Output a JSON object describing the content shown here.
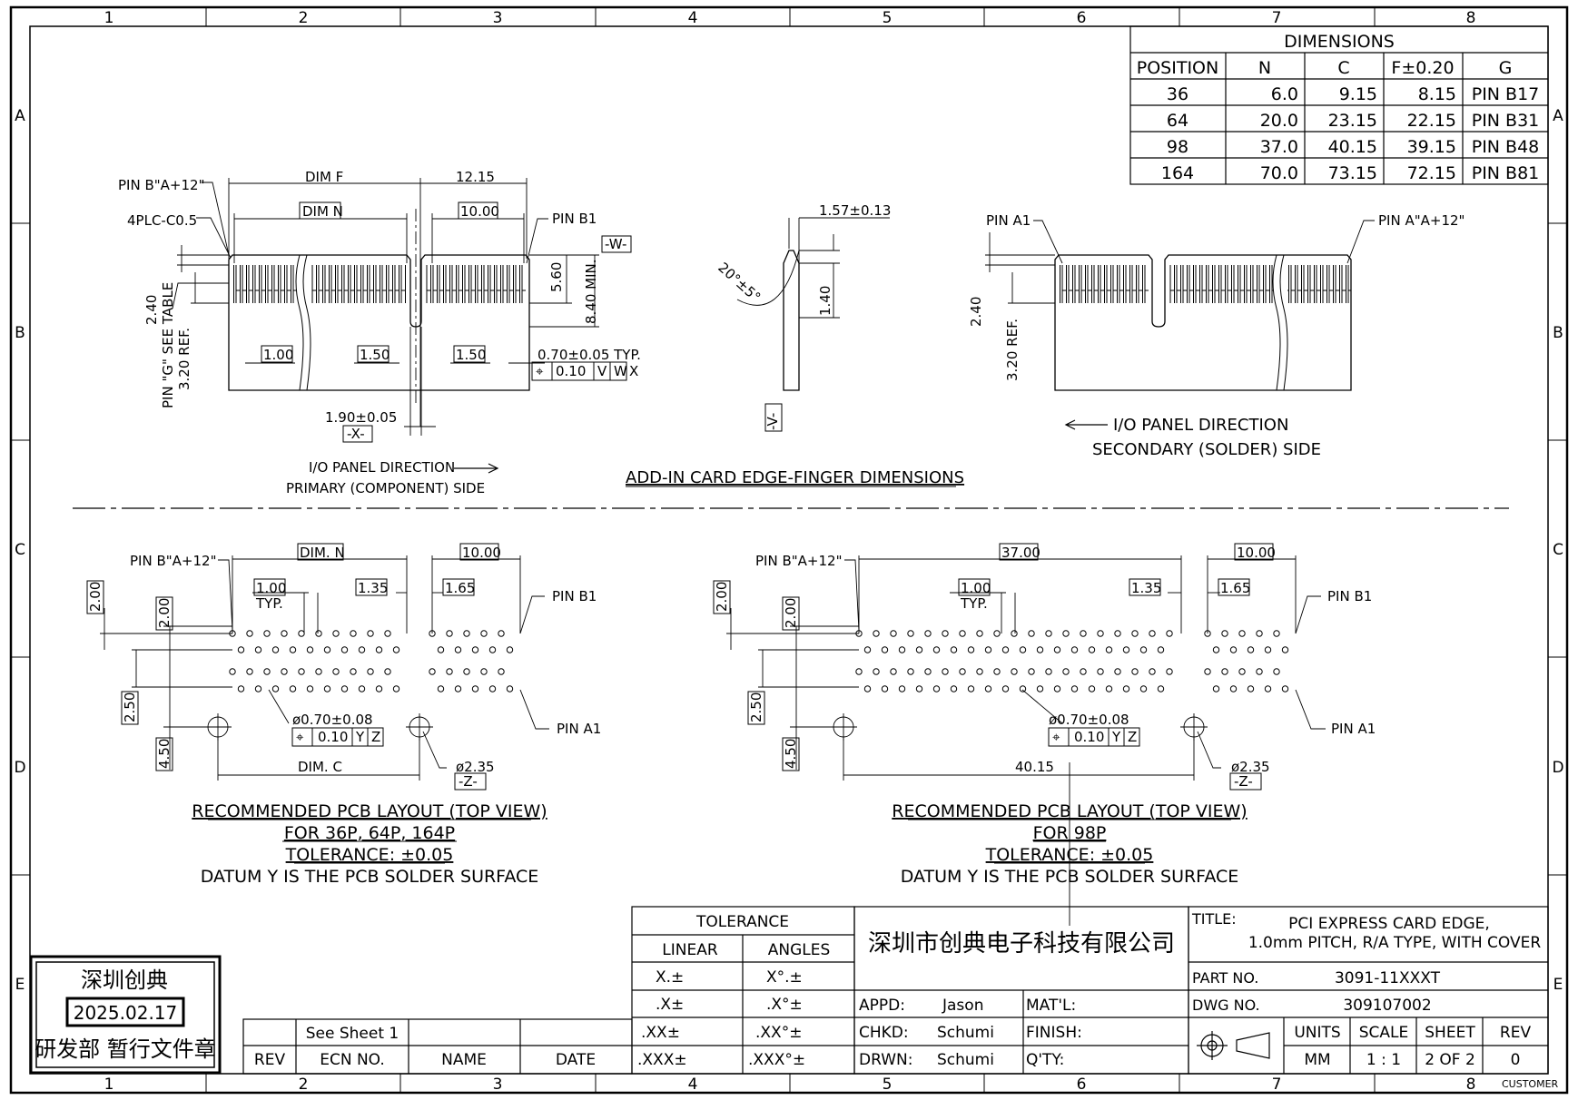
{
  "frame": {
    "columns": [
      "1",
      "2",
      "3",
      "4",
      "5",
      "6",
      "7",
      "8"
    ],
    "rows": [
      "A",
      "B",
      "C",
      "D",
      "E"
    ]
  },
  "dimensions_table": {
    "title": "DIMENSIONS",
    "headers": [
      "POSITION",
      "N",
      "C",
      "F±0.20",
      "G"
    ],
    "rows": [
      [
        "36",
        "6.0",
        "9.15",
        "8.15",
        "PIN  B17"
      ],
      [
        "64",
        "20.0",
        "23.15",
        "22.15",
        "PIN  B31"
      ],
      [
        "98",
        "37.0",
        "40.15",
        "39.15",
        "PIN  B48"
      ],
      [
        "164",
        "70.0",
        "73.15",
        "72.15",
        "PIN  B81"
      ]
    ]
  },
  "edge_primary": {
    "pin_b_a12": "PIN B\"A+12\"",
    "chamfer": "4PLC-C0.5",
    "dim_f": "DIM F",
    "dim_1215": "12.15",
    "dim_n": "DIM N",
    "dim_1000": "10.00",
    "pin_b1": "PIN B1",
    "datum_w": "-W-",
    "dim_560": "5.60",
    "dim_840": "8.40 MIN.",
    "dim_240": "2.40",
    "pin_g": "PIN \"G\" SEE TABLE",
    "dim_320": "3.20 REF.",
    "dim_100": "1.00",
    "dim_150a": "1.50",
    "dim_150b": "1.50",
    "dim_070": "0.70±0.05 TYP.",
    "fcf_070": [
      "⌖",
      "0.10",
      "V",
      "W",
      "X"
    ],
    "dim_190": "1.90±0.05",
    "datum_x": "-X-",
    "io_dir": "I/O PANEL DIRECTION",
    "side": "PRIMARY (COMPONENT) SIDE"
  },
  "edge_side": {
    "dim_157": "1.57±0.13",
    "angle": "20°±5°",
    "dim_140": "1.40",
    "datum_v": "-V-",
    "caption": "ADD-IN CARD EDGE-FINGER DIMENSIONS"
  },
  "edge_secondary": {
    "pin_a1": "PIN A1",
    "pin_a_a12": "PIN A\"A+12\"",
    "dim_240": "2.40",
    "dim_320": "3.20 REF.",
    "io_dir": "I/O PANEL DIRECTION",
    "side": "SECONDARY (SOLDER) SIDE"
  },
  "pcb_left": {
    "pin_b_a12": "PIN B\"A+12\"",
    "dim_n": "DIM. N",
    "dim_1000": "10.00",
    "dim_100": "1.00",
    "typ": "TYP.",
    "dim_135": "1.35",
    "dim_165": "1.65",
    "pin_b1": "PIN B1",
    "dim_200a": "2.00",
    "dim_200b": "2.00",
    "dim_250": "2.50",
    "dim_450": "4.50",
    "hole": "ø0.70±0.08",
    "fcf_hole": [
      "⌖",
      "0.10",
      "Y",
      "Z"
    ],
    "pin_a1": "PIN A1",
    "dim_c": "DIM. C",
    "dim_235": "ø2.35",
    "datum_z": "-Z-",
    "caption1": "RECOMMENDED PCB LAYOUT (TOP VIEW)",
    "caption2": "FOR 36P, 64P, 164P",
    "caption3": "TOLERANCE: ±0.05",
    "caption4": "DATUM Y IS THE PCB SOLDER SURFACE"
  },
  "pcb_right": {
    "pin_b_a12": "PIN B\"A+12\"",
    "dim_3700": "37.00",
    "dim_1000": "10.00",
    "dim_100": "1.00",
    "typ": "TYP.",
    "dim_135": "1.35",
    "dim_165": "1.65",
    "pin_b1": "PIN B1",
    "dim_200a": "2.00",
    "dim_200b": "2.00",
    "dim_250": "2.50",
    "dim_450": "4.50",
    "hole": "ø0.70±0.08",
    "fcf_hole": [
      "⌖",
      "0.10",
      "Y",
      "Z"
    ],
    "pin_a1": "PIN A1",
    "dim_4015": "40.15",
    "dim_235": "ø2.35",
    "datum_z": "-Z-",
    "caption1": "RECOMMENDED PCB LAYOUT (TOP VIEW)",
    "caption2": "FOR 98P",
    "caption3": "TOLERANCE: ±0.05",
    "caption4": "DATUM Y IS THE PCB SOLDER SURFACE"
  },
  "stamp": {
    "company": "深圳创典",
    "date": "2025.02.17",
    "dept": "研发部 暂行文件章"
  },
  "revision_block": {
    "see_sheet": "See Sheet 1",
    "rev": "REV",
    "ecn": "ECN NO.",
    "name": "NAME",
    "date": "DATE"
  },
  "tolerance_block": {
    "title": "TOLERANCE",
    "linear": "LINEAR",
    "angles": "ANGLES",
    "rows": [
      [
        "X.±",
        "X°.±"
      ],
      [
        ".X±",
        ".X°±"
      ],
      [
        ".XX±",
        ".XX°±"
      ],
      [
        ".XXX±",
        ".XXX°±"
      ]
    ]
  },
  "company_cn": "深圳市创典电子科技有限公司",
  "approval": {
    "appd_label": "APPD:",
    "appd": "Jason",
    "chkd_label": "CHKD:",
    "chkd": "Schumi",
    "drwn_label": "DRWN:",
    "drwn": "Schumi",
    "matl": "MAT'L:",
    "finish": "FINISH:",
    "qty": "Q'TY:"
  },
  "title_block": {
    "title_label": "TITLE:",
    "title1": "PCI  EXPRESS  CARD  EDGE,",
    "title2": "1.0mm  PITCH,  R/A  TYPE,  WITH  COVER",
    "part_label": "PART  NO.",
    "part_no": "3091-11XXXT",
    "dwg_label": "DWG  NO.",
    "dwg_no": "309107002",
    "units_label": "UNITS",
    "units": "MM",
    "scale_label": "SCALE",
    "scale": "1 : 1",
    "sheet_label": "SHEET",
    "sheet": "2  OF  2",
    "rev_label": "REV",
    "rev": "0",
    "customer": "CUSTOMER"
  }
}
